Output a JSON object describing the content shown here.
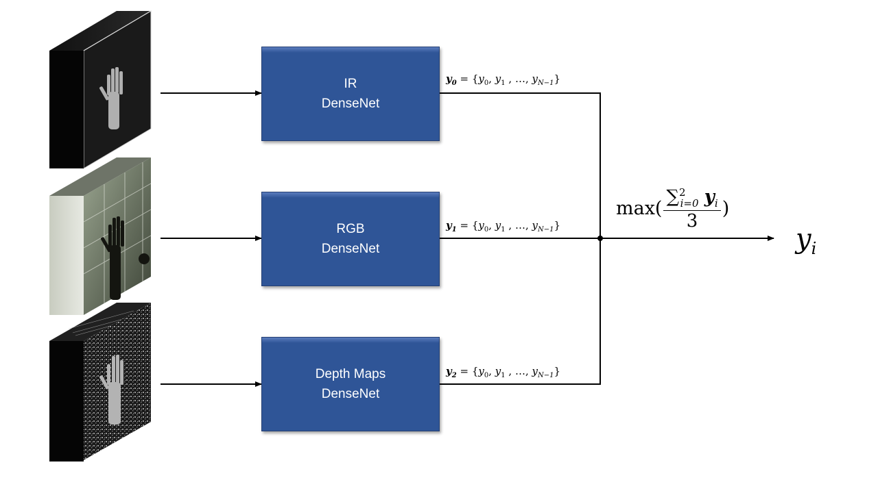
{
  "inputs": [
    {
      "modality": "IR",
      "net_line1": "IR",
      "net_line2": "DenseNet",
      "out_var": "y",
      "out_idx": "0"
    },
    {
      "modality": "RGB",
      "net_line1": "RGB",
      "net_line2": "DenseNet",
      "out_var": "y",
      "out_idx": "1"
    },
    {
      "modality": "Depth",
      "net_line1": "Depth Maps",
      "net_line2": "DenseNet",
      "out_var": "y",
      "out_idx": "2"
    }
  ],
  "sequence": {
    "eq": "=",
    "open": "{",
    "y": "y",
    "i0": "0",
    "i1": "1",
    "dots": "…",
    "last_idx": "N−1",
    "close": "}"
  },
  "fusion": {
    "op": "max(",
    "sum": "∑",
    "sup": "2",
    "sub": "i=0",
    "var": "y",
    "var_sub": "i",
    "denominator": "3",
    "close": ")"
  },
  "output": {
    "var": "y",
    "sub": "i"
  },
  "colors": {
    "box": "#2f5597",
    "box_border": "#243f73",
    "line": "#000000"
  }
}
